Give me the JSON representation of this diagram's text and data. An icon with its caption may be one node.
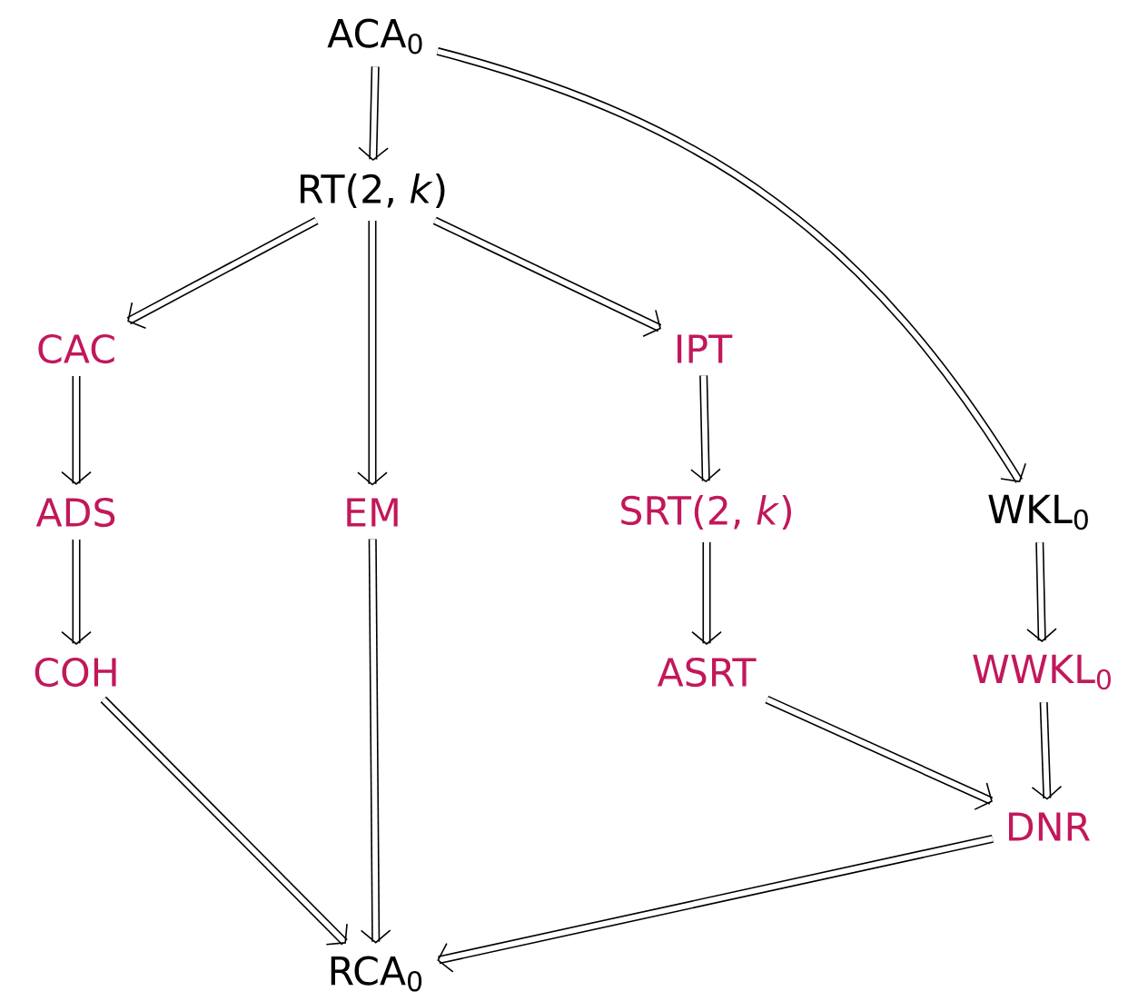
{
  "diagram": {
    "nodes": [
      {
        "text": [
          "ACA$_{0}$"
        ]
      },
      {
        "text": [
          "RT(2, *k*)"
        ]
      },
      {
        "text": [
          "CAC"
        ]
      },
      {
        "text": [
          "IPT"
        ]
      },
      {
        "text": [
          "ADS"
        ]
      },
      {
        "text": [
          "EM"
        ]
      },
      {
        "text": [
          "SRT(2, *k*)"
        ]
      },
      {
        "text": [
          "WKL$_{0}$"
        ]
      },
      {
        "text": [
          "COH"
        ]
      },
      {
        "text": [
          "ASRT"
        ]
      },
      {
        "text": [
          "WWKL$_{0}$"
        ]
      },
      {
        "text": [
          "DNR"
        ]
      },
      {
        "text": [
          "RCA$_{0}$"
        ]
      }
    ],
    "edges": [
      {
        "from": 0,
        "to": 1,
        "arrow": "to"
      },
      {
        "from": 0,
        "to": 7,
        "arrow": "to"
      },
      {
        "from": 1,
        "to": 2,
        "arrow": "to"
      },
      {
        "from": 1,
        "to": 5,
        "arrow": "to"
      },
      {
        "from": 1,
        "to": 3,
        "arrow": "to"
      },
      {
        "from": 2,
        "to": 4,
        "arrow": "to"
      },
      {
        "from": 4,
        "to": 8,
        "arrow": "to"
      },
      {
        "from": 8,
        "to": 12,
        "arrow": "to"
      },
      {
        "from": 5,
        "to": 12,
        "arrow": "to"
      },
      {
        "from": 3,
        "to": 6,
        "arrow": "to"
      },
      {
        "from": 6,
        "to": 9,
        "arrow": "to"
      },
      {
        "from": 9,
        "to": 11,
        "arrow": "to"
      },
      {
        "from": 7,
        "to": 10,
        "arrow": "to"
      },
      {
        "from": 10,
        "to": 11,
        "arrow": "to"
      },
      {
        "from": 11,
        "to": 12,
        "arrow": "to"
      }
    ]
  }
}
